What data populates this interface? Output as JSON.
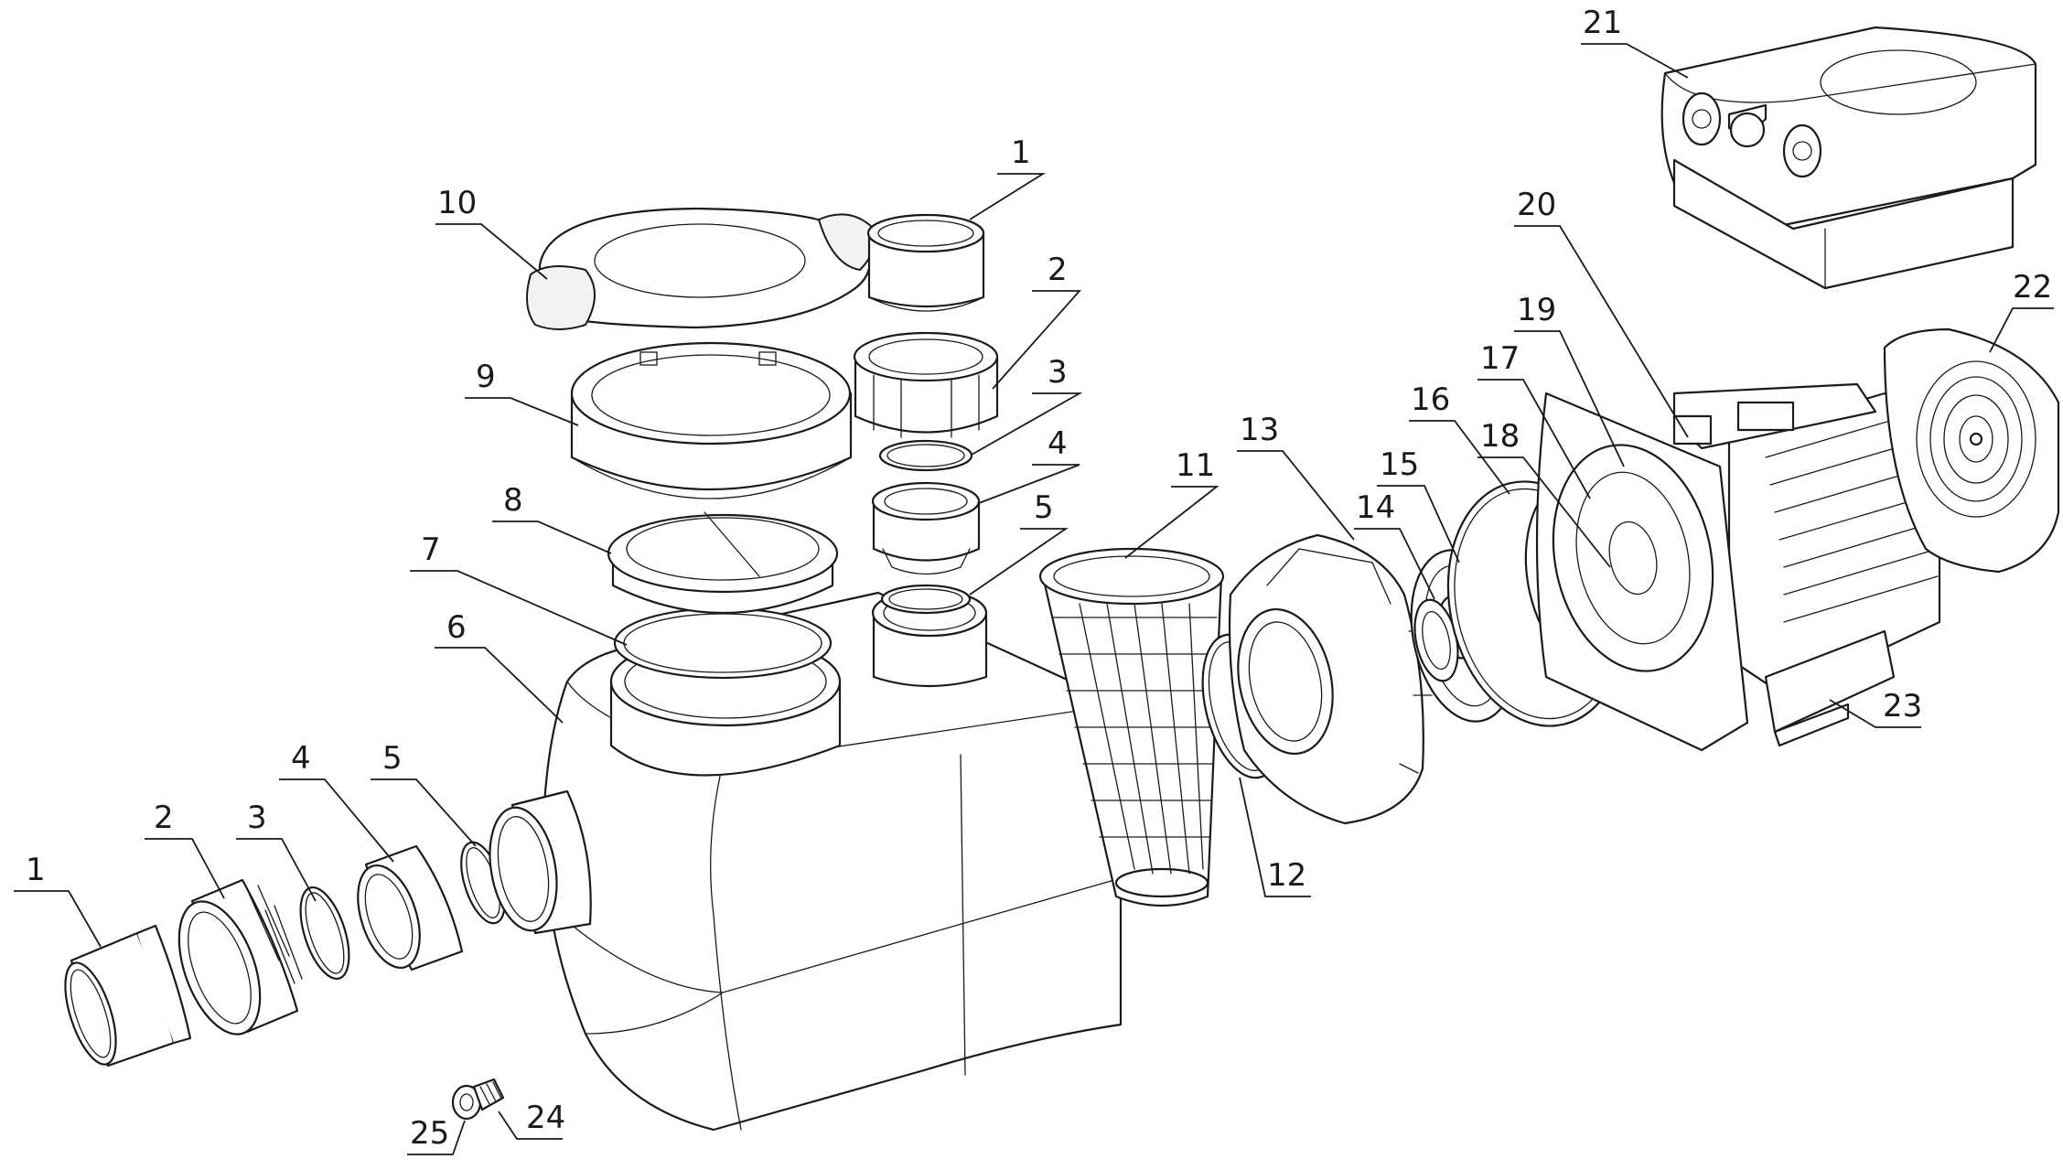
{
  "callouts": [
    {
      "id": "c1a",
      "label": "1"
    },
    {
      "id": "c2a",
      "label": "2"
    },
    {
      "id": "c3a",
      "label": "3"
    },
    {
      "id": "c4a",
      "label": "4"
    },
    {
      "id": "c5a",
      "label": "5"
    },
    {
      "id": "c6",
      "label": "6"
    },
    {
      "id": "c7",
      "label": "7"
    },
    {
      "id": "c8",
      "label": "8"
    },
    {
      "id": "c9",
      "label": "9"
    },
    {
      "id": "c10",
      "label": "10"
    },
    {
      "id": "c1b",
      "label": "1"
    },
    {
      "id": "c2b",
      "label": "2"
    },
    {
      "id": "c3b",
      "label": "3"
    },
    {
      "id": "c4b",
      "label": "4"
    },
    {
      "id": "c5b",
      "label": "5"
    },
    {
      "id": "c11",
      "label": "11"
    },
    {
      "id": "c12",
      "label": "12"
    },
    {
      "id": "c13",
      "label": "13"
    },
    {
      "id": "c14",
      "label": "14"
    },
    {
      "id": "c15",
      "label": "15"
    },
    {
      "id": "c16",
      "label": "16"
    },
    {
      "id": "c17",
      "label": "17"
    },
    {
      "id": "c18",
      "label": "18"
    },
    {
      "id": "c19",
      "label": "19"
    },
    {
      "id": "c20",
      "label": "20"
    },
    {
      "id": "c21",
      "label": "21"
    },
    {
      "id": "c22",
      "label": "22"
    },
    {
      "id": "c23",
      "label": "23"
    },
    {
      "id": "c24",
      "label": "24"
    },
    {
      "id": "c25",
      "label": "25"
    }
  ]
}
